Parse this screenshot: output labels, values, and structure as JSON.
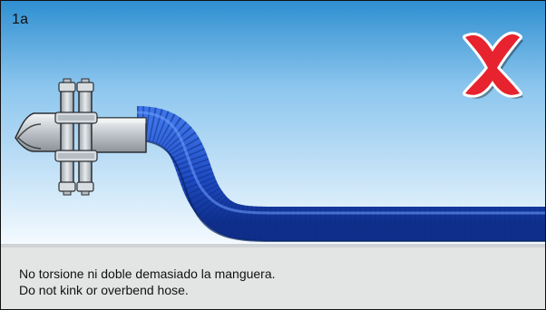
{
  "figure": {
    "id_label": "1a",
    "status": "incorrect",
    "status_icon": "red-x-icon"
  },
  "caption": {
    "es": "No torsione ni doble demasiado la manguera.",
    "en": "Do not kink or overbend hose."
  },
  "colors": {
    "sky_top": "#2f8fd1",
    "sky_bottom": "#f6fbff",
    "ground": "#e3e4e4",
    "hose": "#1f4bc2",
    "hose_dark": "#0e2e8a",
    "metal": "#c9cdd1",
    "x_red": "#e6232e"
  }
}
